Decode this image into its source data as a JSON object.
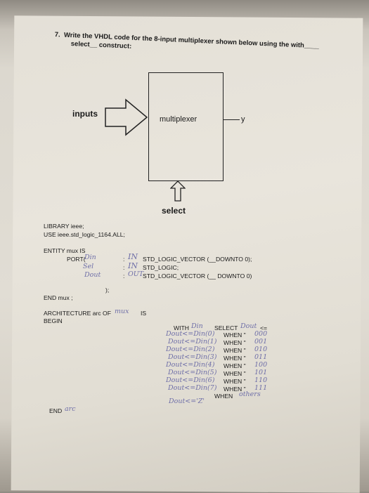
{
  "question": {
    "number": "7.",
    "line1": "Write the VHDL code for the 8-input multiplexer shown below using the with____",
    "line2": "select__ construct:"
  },
  "diagram": {
    "inputs_label": "inputs",
    "box_label": "multiplexer",
    "output_label": "y",
    "select_label": "select"
  },
  "code": {
    "lib": "LIBRARY ieee;",
    "use": "USE ieee.std_logic_1164.ALL;",
    "entity": "ENTITY mux IS",
    "port": "PORT(",
    "port1": ":  ",
    "port1_type": "STD_LOGIC_VECTOR (__DOWNTO 0);",
    "port2_type": "STD_LOGIC;",
    "port3_type": "STD_LOGIC_VECTOR (__ DOWNTO 0)",
    "port_close": ");",
    "end_mux": "END mux ;",
    "arch": "ARCHITECTURE arc OF",
    "arch_is": "IS",
    "begin": "BEGIN",
    "with": "WITH",
    "select": "SELECT",
    "assign": "<=",
    "when_rows": [
      "WHEN \"",
      "WHEN \"",
      "WHEN \"",
      "WHEN \"",
      "WHEN \"",
      "WHEN \"",
      "WHEN \"",
      "WHEN \""
    ],
    "last_when": "WHEN",
    "end": "END"
  },
  "handwriting": {
    "port_name1": "Din",
    "port_dir1": "IN",
    "port_name2": "Sel",
    "port_dir2": "IN",
    "port_name3": "Dout",
    "port_dir3": "OUT",
    "arch_name": "mux",
    "sel_name": "Din",
    "target": "Dout",
    "rows": [
      "Dout<=Din(0)",
      "Dout<=Din(1)",
      "Dout<=Din(2)",
      "Dout<=Din(3)",
      "Dout<=Din(4)",
      "Dout<=Din(5)",
      "Dout<=Din(6)",
      "Dout<=Din(7)"
    ],
    "codes": [
      "000",
      "001",
      "010",
      "011",
      "100",
      "101",
      "110",
      "111"
    ],
    "others": "others",
    "final": "Dout<='Z'",
    "end_name": "arc"
  },
  "colors": {
    "ink": "#1a1a1a",
    "pen": "#6f6fa8",
    "paper": "#e4e0d7"
  }
}
